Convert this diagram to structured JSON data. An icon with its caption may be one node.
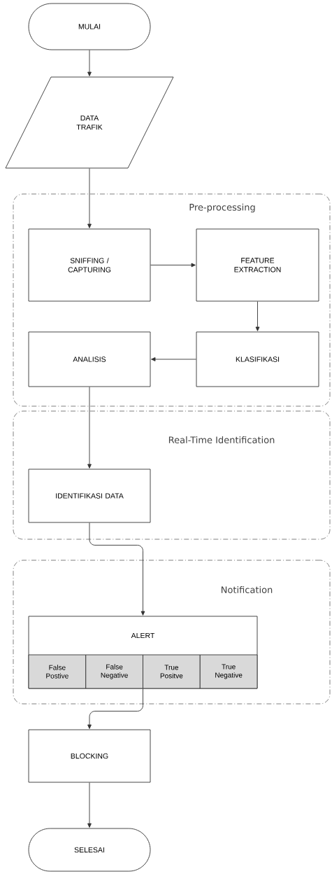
{
  "diagram": {
    "nodes": [
      {
        "text": [
          "MULAI"
        ]
      },
      {
        "text": [
          "DATA TRAFIK"
        ]
      },
      {
        "text": [
          "Pre-processing"
        ]
      },
      {
        "text": [
          "SNIFFING / CAPTURING"
        ],
        "in": 2
      },
      {
        "text": [
          "FEATURE EXTRACTION"
        ],
        "in": 2
      },
      {
        "text": [
          "KLASIFIKASI"
        ],
        "in": 2
      },
      {
        "text": [
          "ANALISIS"
        ],
        "in": 2
      },
      {
        "text": [
          "Real-Time Identification"
        ]
      },
      {
        "text": [
          "IDENTIFIKASI DATA"
        ],
        "in": 7
      },
      {
        "text": [
          "Notification"
        ]
      },
      {
        "text": [
          "ALERT"
        ],
        "in": 9
      },
      {
        "text": [
          "False Postive"
        ],
        "in": 10
      },
      {
        "text": [
          "False Negative"
        ],
        "in": 10
      },
      {
        "text": [
          "True Positve"
        ],
        "in": 10
      },
      {
        "text": [
          "True Negative"
        ],
        "in": 10
      },
      {
        "text": [
          "BLOCKING"
        ]
      },
      {
        "text": [
          "SELESAI"
        ]
      }
    ],
    "edges": [
      {
        "from": 0,
        "to": 1,
        "arrow": "to"
      },
      {
        "from": 1,
        "to": 3,
        "arrow": "to"
      },
      {
        "from": 3,
        "to": 4,
        "arrow": "to"
      },
      {
        "from": 4,
        "to": 5,
        "arrow": "to"
      },
      {
        "from": 5,
        "to": 6,
        "arrow": "to"
      },
      {
        "from": 6,
        "to": 8,
        "arrow": "to"
      },
      {
        "from": 8,
        "to": 10,
        "arrow": "to"
      },
      {
        "from": 10,
        "to": 15,
        "arrow": "to"
      },
      {
        "from": 15,
        "to": 16,
        "arrow": "to"
      }
    ]
  }
}
